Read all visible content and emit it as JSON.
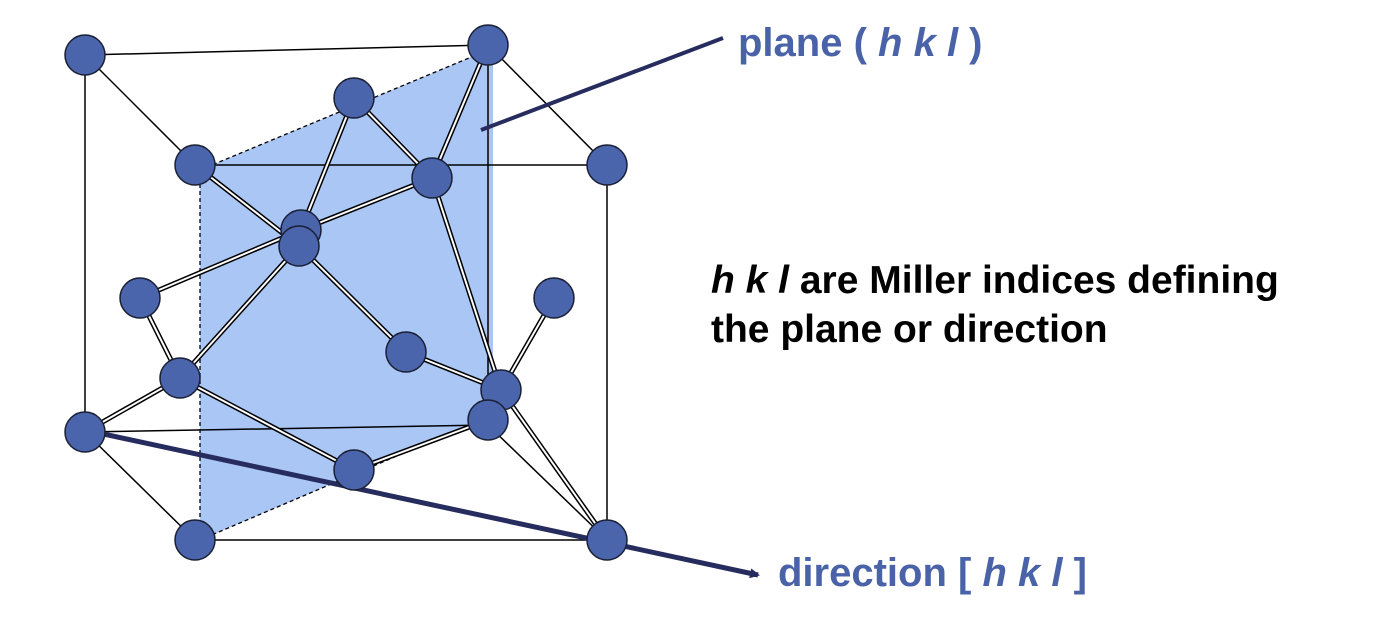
{
  "colors": {
    "atom_fill": "#4b65ad",
    "atom_stroke": "#1a1f33",
    "plane_fill": "#a9c6f5",
    "arrow": "#262c5e",
    "label_blue": "#4a63a8",
    "text": "#000000",
    "line": "#000000"
  },
  "plane_label": {
    "prefix": "plane ( ",
    "indices": "h k l",
    "suffix": " )"
  },
  "direction_label": {
    "prefix": "direction [ ",
    "indices": "h k l",
    "suffix": " ]"
  },
  "miller_note": {
    "line1_indices": "h k l",
    "line1_rest": " are Miller indices defining",
    "line2": "the plane or direction"
  },
  "icons": {
    "atom": "circle",
    "arrow": "arrow-right"
  }
}
